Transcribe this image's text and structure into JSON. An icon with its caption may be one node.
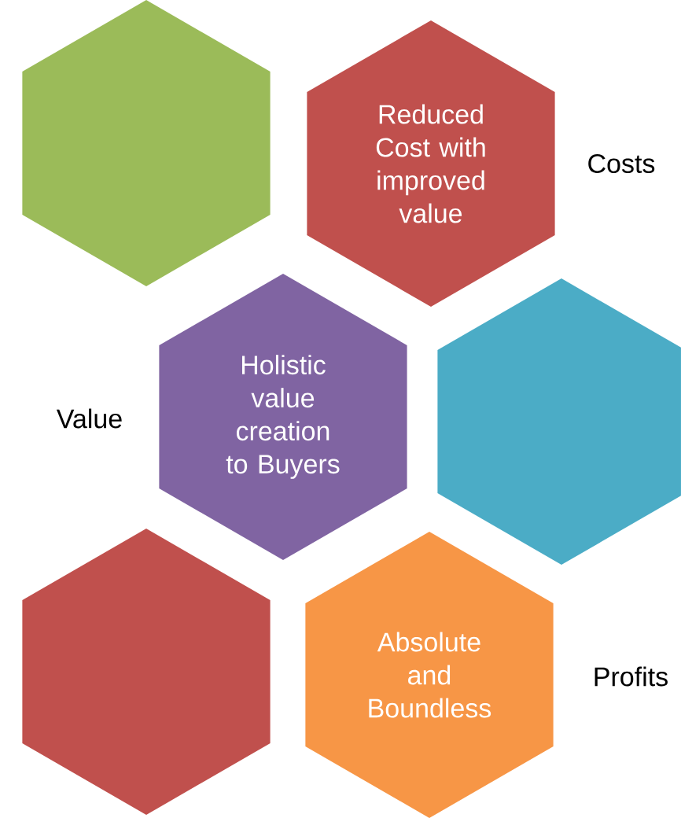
{
  "diagram": {
    "nodes": [
      {
        "text": [],
        "shape": "hexagon"
      },
      {
        "text": [
          "Reduced Cost with improved value"
        ],
        "beside": [
          "Costs"
        ]
      },
      {
        "text": [
          "Holistic value creation to Buyers"
        ],
        "beside": [
          "Value"
        ]
      },
      {
        "text": [],
        "shape": "hexagon"
      },
      {
        "text": [],
        "shape": "hexagon"
      },
      {
        "text": [
          "Absolute and Boundless"
        ],
        "beside": [
          "Profits"
        ]
      }
    ]
  }
}
